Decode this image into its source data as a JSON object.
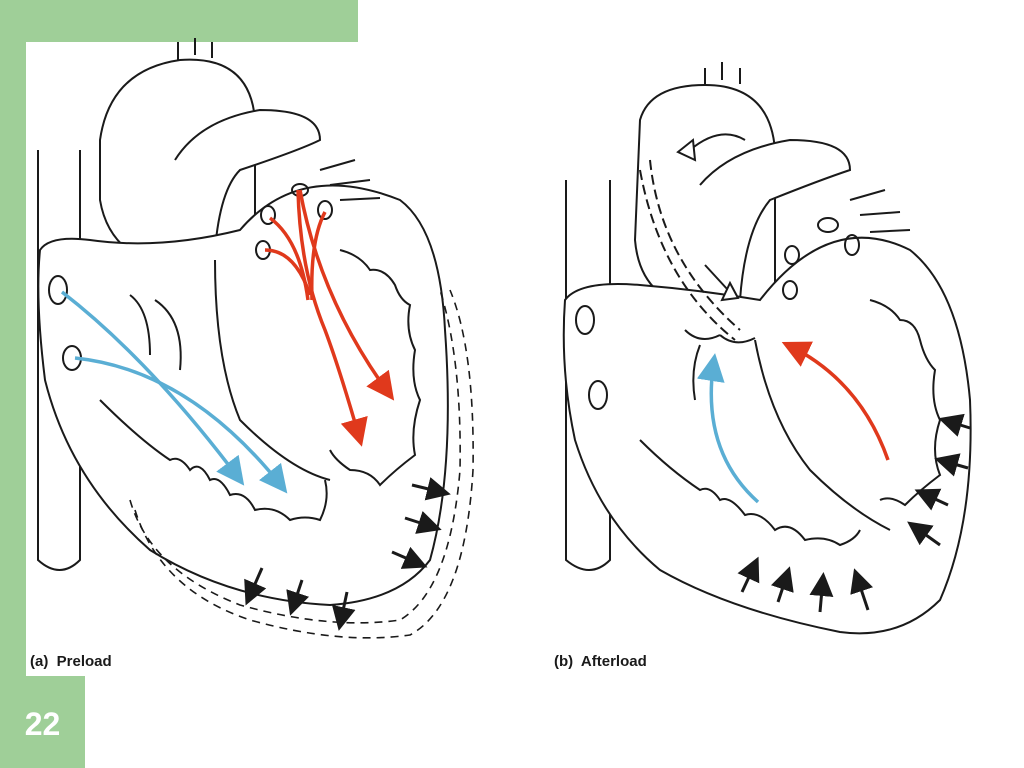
{
  "slide": {
    "number": "22"
  },
  "panels": [
    {
      "id": "a",
      "caption": "(a)  Preload"
    },
    {
      "id": "b",
      "caption": "(b)  Afterload"
    }
  ],
  "colors": {
    "frame": "#9fcf98",
    "venous_flow": "#5aaed4",
    "arterial_flow": "#e0391c",
    "outline": "#1a1a1a"
  }
}
